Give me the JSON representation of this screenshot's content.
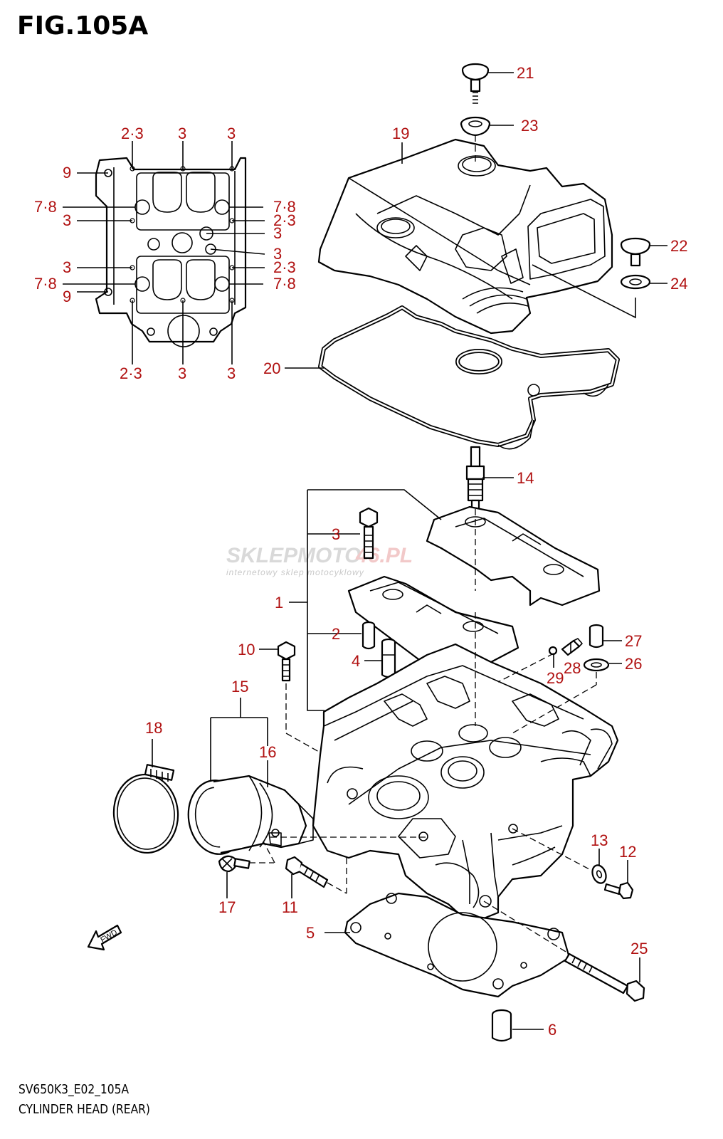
{
  "figure": {
    "title": "FIG.105A",
    "model_code": "SV650K3_E02_105A",
    "name": "CYLINDER HEAD (REAR)"
  },
  "watermark": {
    "brand_part1": "SKLEPMOTO",
    "brand_part2": "46.PL",
    "tagline": "internetowy sklep motocyklowy"
  },
  "direction_mark": "FWD",
  "inset_callouts": {
    "top": [
      "2·3",
      "3",
      "3"
    ],
    "bottom": [
      "2·3",
      "3",
      "3"
    ],
    "left": [
      "9",
      "7·8",
      "3",
      "3",
      "7·8",
      "9"
    ],
    "right": [
      "7·8",
      "2·3",
      "3",
      "3",
      "2·3",
      "7·8"
    ]
  },
  "callouts": {
    "p1": "1",
    "p2": "2",
    "p3": "3",
    "p4": "4",
    "p5": "5",
    "p6": "6",
    "p10": "10",
    "p11": "11",
    "p12": "12",
    "p13": "13",
    "p14": "14",
    "p15": "15",
    "p16": "16",
    "p17": "17",
    "p18": "18",
    "p19": "19",
    "p20": "20",
    "p21": "21",
    "p22": "22",
    "p23": "23",
    "p24": "24",
    "p25": "25",
    "p26": "26",
    "p27": "27",
    "p28": "28",
    "p29": "29"
  },
  "colors": {
    "callout": "#b01010",
    "line": "#000000",
    "watermark_grey": "#d9d9d9",
    "watermark_red": "#f2c9c9"
  }
}
